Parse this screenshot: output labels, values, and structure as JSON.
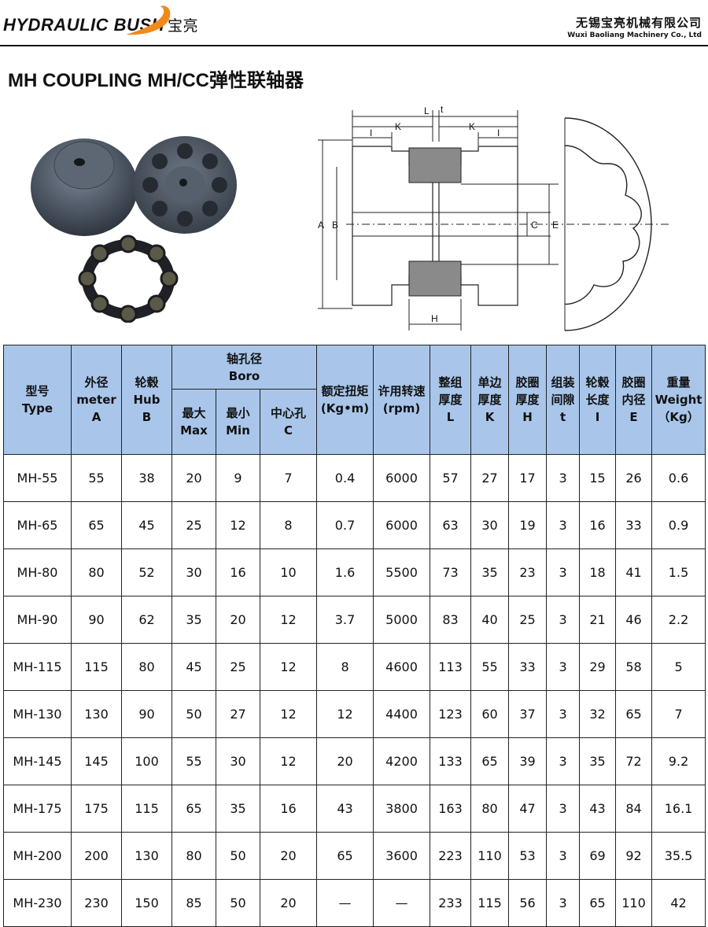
{
  "header": {
    "logo_text": "HYDRAULIC BUSH",
    "logo_cn": "宝亮",
    "company_cn": "无锡宝亮机械有限公司",
    "company_en": "Wuxi Baoliang Machinery Co., Ltd",
    "accent_color": "#f08a1c"
  },
  "title": "MH COUPLING MH/CC弹性联轴器",
  "diagram": {
    "labels": [
      "L",
      "t",
      "K",
      "K",
      "I",
      "I",
      "A",
      "B",
      "C",
      "E",
      "H"
    ]
  },
  "table": {
    "header_color": "#a9c6ea",
    "columns": {
      "type": [
        "型号",
        "Type"
      ],
      "a": [
        "外径",
        "meter",
        "A"
      ],
      "b": [
        "轮毂",
        "Hub",
        "B"
      ],
      "boro": [
        "轴孔径",
        "Boro"
      ],
      "max": [
        "最大",
        "Max"
      ],
      "min": [
        "最小",
        "Min"
      ],
      "c": [
        "中心孔",
        "C"
      ],
      "torque": [
        "额定扭矩",
        "(Kg•m)"
      ],
      "speed": [
        "许用转速",
        "(rpm)"
      ],
      "l": [
        "整组",
        "厚度",
        "L"
      ],
      "k": [
        "单边",
        "厚度",
        "K"
      ],
      "h": [
        "胶圈",
        "厚度",
        "H"
      ],
      "t": [
        "组装",
        "间隙",
        "t"
      ],
      "i": [
        "轮毂",
        "长度",
        "I"
      ],
      "e": [
        "胶圈",
        "内径",
        "E"
      ],
      "weight": [
        "重量",
        "Weight",
        "（Kg）"
      ]
    },
    "rows": [
      [
        "MH-55",
        "55",
        "38",
        "20",
        "9",
        "7",
        "0.4",
        "6000",
        "57",
        "27",
        "17",
        "3",
        "15",
        "26",
        "0.6"
      ],
      [
        "MH-65",
        "65",
        "45",
        "25",
        "12",
        "8",
        "0.7",
        "6000",
        "63",
        "30",
        "19",
        "3",
        "16",
        "33",
        "0.9"
      ],
      [
        "MH-80",
        "80",
        "52",
        "30",
        "16",
        "10",
        "1.6",
        "5500",
        "73",
        "35",
        "23",
        "3",
        "18",
        "41",
        "1.5"
      ],
      [
        "MH-90",
        "90",
        "62",
        "35",
        "20",
        "12",
        "3.7",
        "5000",
        "83",
        "40",
        "25",
        "3",
        "21",
        "46",
        "2.2"
      ],
      [
        "MH-115",
        "115",
        "80",
        "45",
        "25",
        "12",
        "8",
        "4600",
        "113",
        "55",
        "33",
        "3",
        "29",
        "58",
        "5"
      ],
      [
        "MH-130",
        "130",
        "90",
        "50",
        "27",
        "12",
        "12",
        "4400",
        "123",
        "60",
        "37",
        "3",
        "32",
        "65",
        "7"
      ],
      [
        "MH-145",
        "145",
        "100",
        "55",
        "30",
        "12",
        "20",
        "4200",
        "133",
        "65",
        "39",
        "3",
        "35",
        "72",
        "9.2"
      ],
      [
        "MH-175",
        "175",
        "115",
        "65",
        "35",
        "16",
        "43",
        "3800",
        "163",
        "80",
        "47",
        "3",
        "43",
        "84",
        "16.1"
      ],
      [
        "MH-200",
        "200",
        "130",
        "80",
        "50",
        "20",
        "65",
        "3600",
        "223",
        "110",
        "53",
        "3",
        "69",
        "92",
        "35.5"
      ],
      [
        "MH-230",
        "230",
        "150",
        "85",
        "50",
        "20",
        "—",
        "—",
        "233",
        "115",
        "56",
        "3",
        "65",
        "110",
        "42"
      ]
    ]
  }
}
